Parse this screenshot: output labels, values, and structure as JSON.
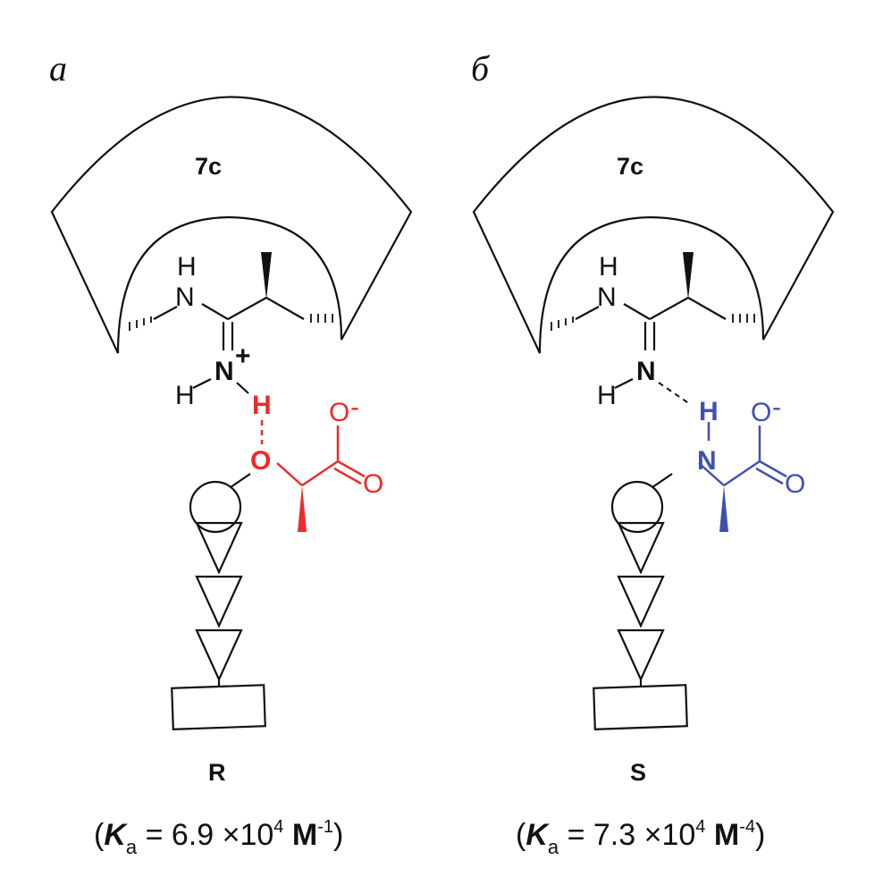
{
  "panels": [
    {
      "label": "а",
      "host": "7c",
      "imine_n": "N",
      "imine_charge": "+",
      "amide_n": "N",
      "h_top": "H",
      "h_left": "H",
      "guest_h": "H",
      "guest_x": "O",
      "carboxylate_o": "O",
      "carboxylate_charge": "-",
      "carbonyl_o": "O",
      "configuration": "R",
      "ka_open": "(",
      "ka_symbol": "K",
      "ka_sub": "a",
      "ka_value": " = 6.9 ×10",
      "ka_exp": "4",
      "ka_unit": " M",
      "ka_unit_exp": "-1",
      "ka_close": ")",
      "color": "#ee2a2a"
    },
    {
      "label": "б",
      "host": "7c",
      "imine_n": "N",
      "imine_charge": "",
      "amide_n": "N",
      "h_top": "H",
      "h_left": "H",
      "guest_h": "H",
      "guest_x": "N",
      "carboxylate_o": "O",
      "carboxylate_charge": "-",
      "carbonyl_o": "O",
      "configuration": "S",
      "ka_open": "(",
      "ka_symbol": "K",
      "ka_sub": "a",
      "ka_value": " = 7.3 ×10",
      "ka_exp": "4",
      "ka_unit": " M",
      "ka_unit_exp": "-4",
      "ka_close": ")",
      "color": "#4050b0"
    }
  ]
}
